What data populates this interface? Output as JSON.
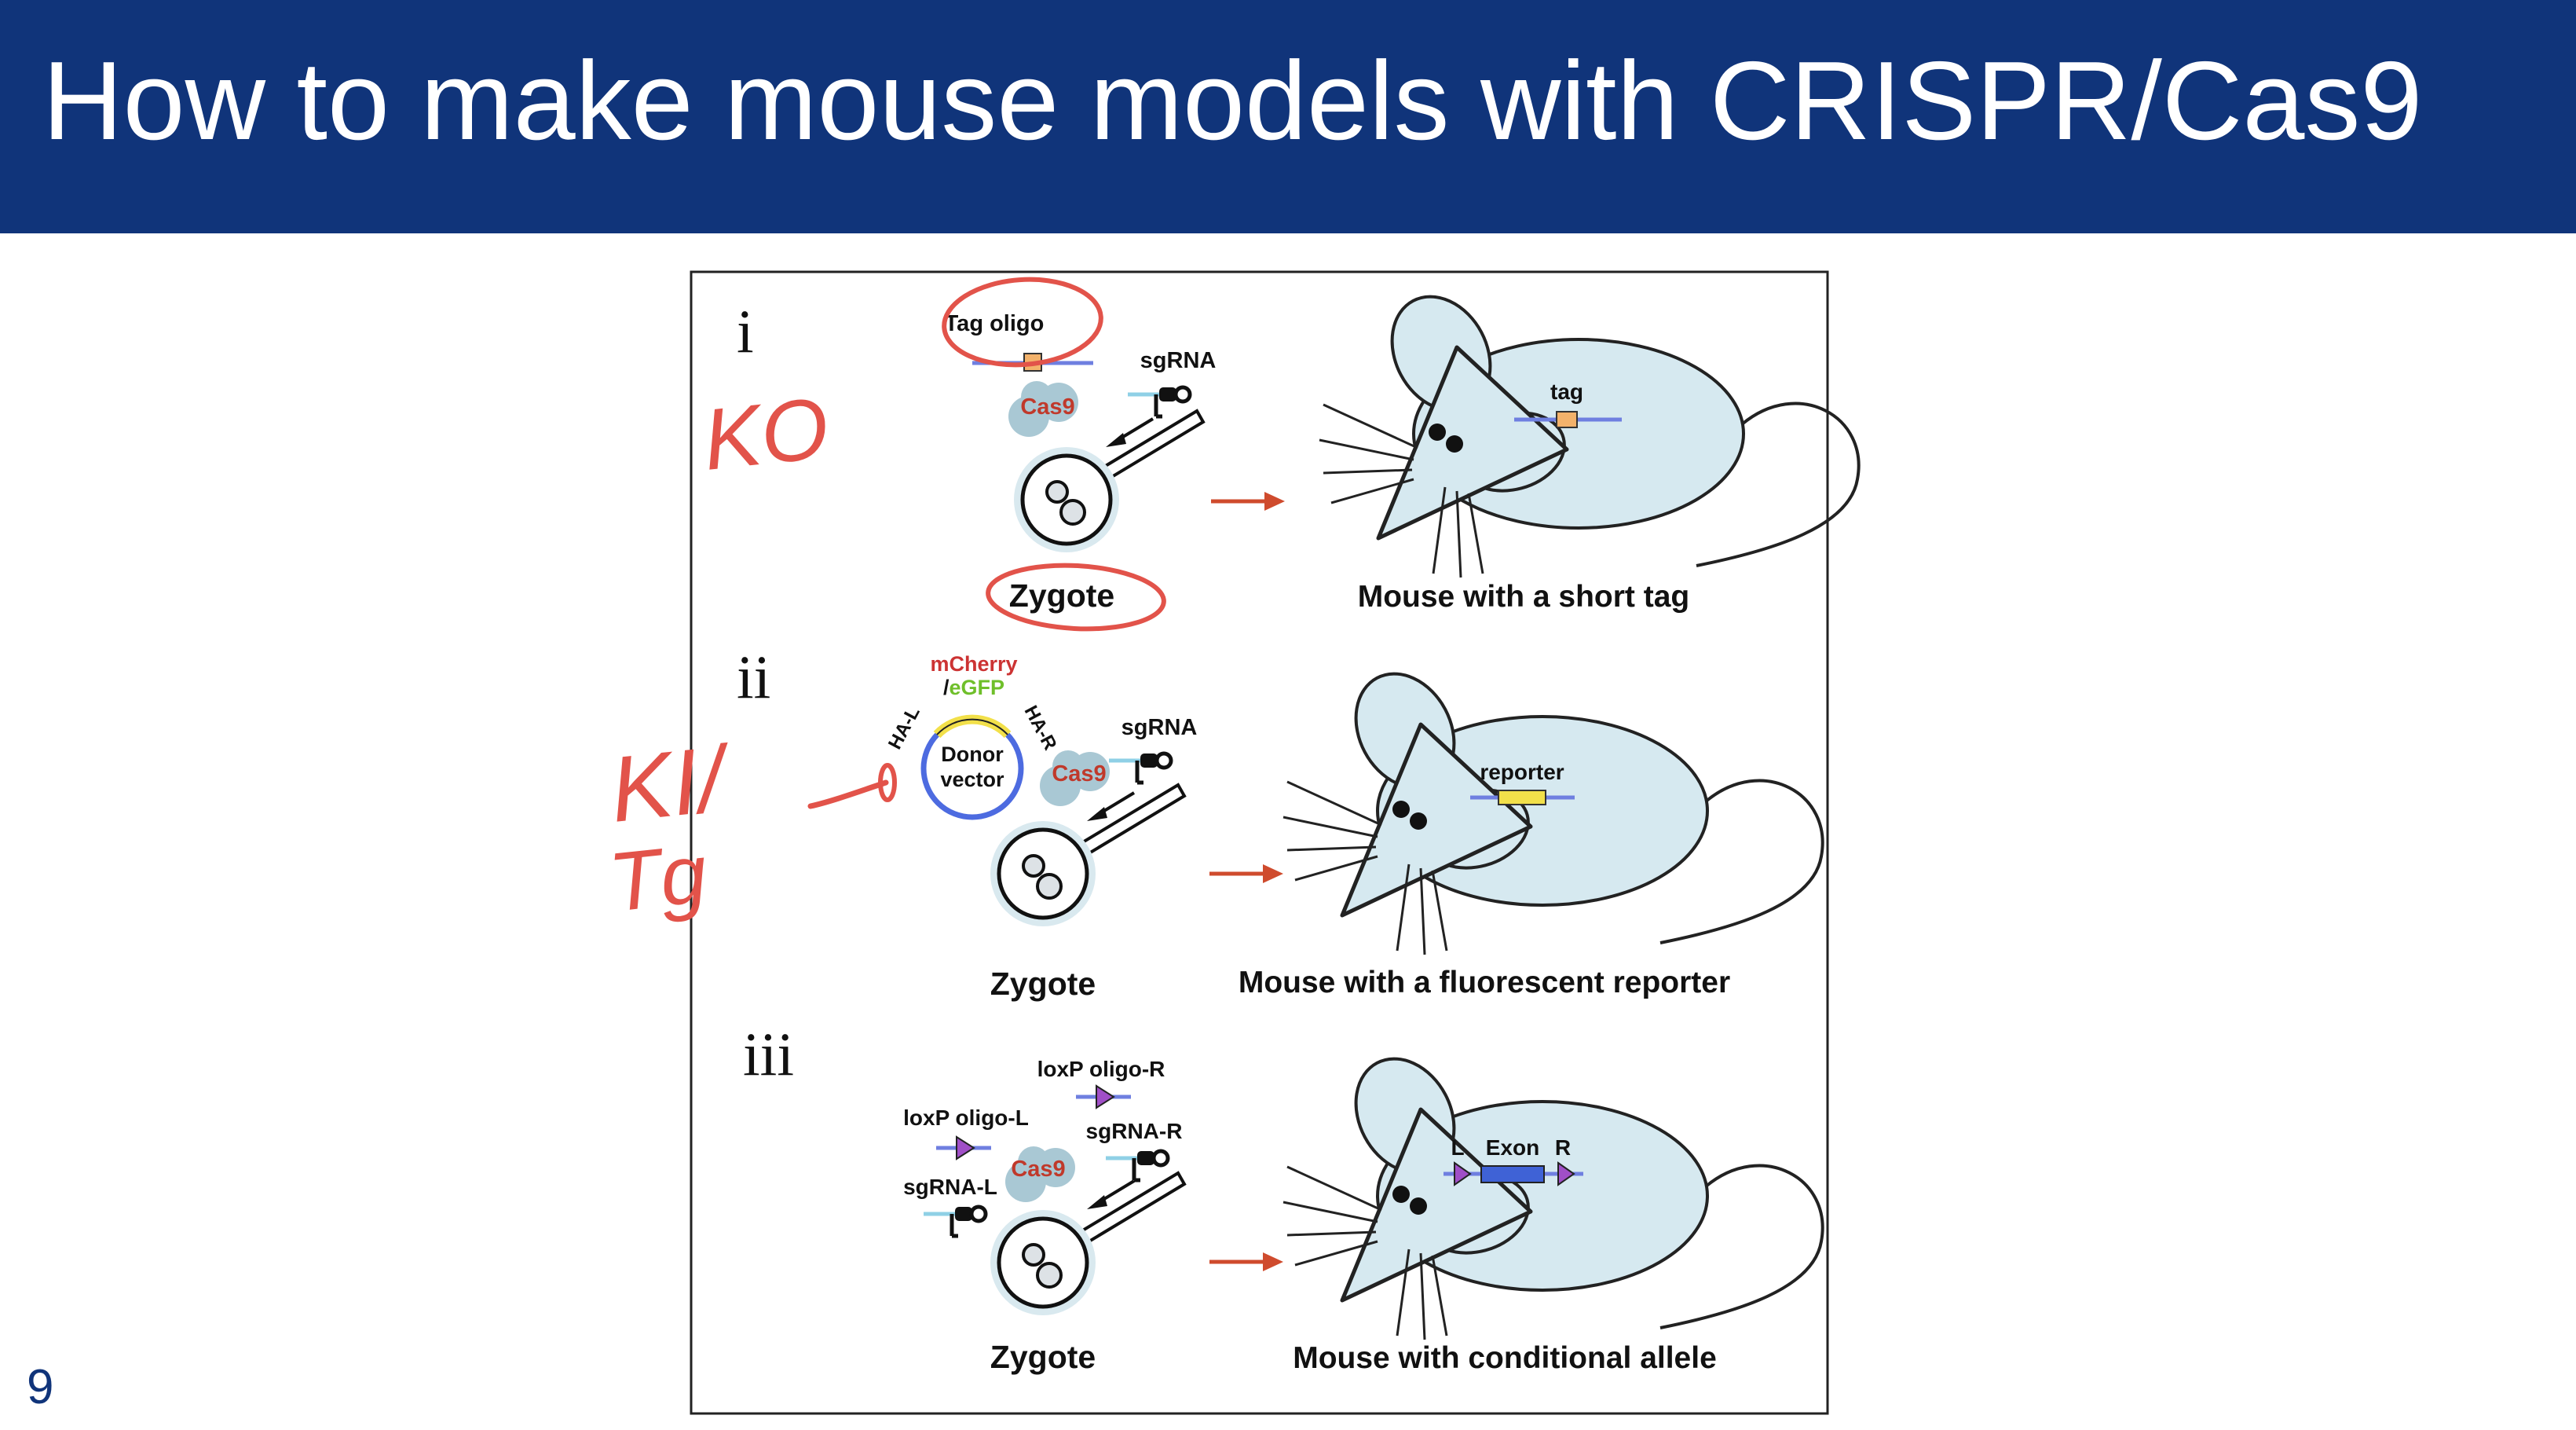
{
  "slide": {
    "title": "How to make mouse models with CRISPR/Cas9",
    "page_number": "9"
  },
  "figure": {
    "panels": [
      {
        "numeral": "i",
        "reagents": {
          "oligo": "Tag oligo",
          "sgrna": "sgRNA",
          "cas9": "Cas9"
        },
        "cell_label": "Zygote",
        "mouse_insert": "tag",
        "mouse_label": "Mouse with a short tag"
      },
      {
        "numeral": "ii",
        "reagents": {
          "reporter_a": "mCherry",
          "reporter_sep": "/",
          "reporter_b": "eGFP",
          "arm_left": "HA-L",
          "arm_right": "HA-R",
          "vector_line1": "Donor",
          "vector_line2": "vector",
          "sgrna": "sgRNA",
          "cas9": "Cas9"
        },
        "cell_label": "Zygote",
        "mouse_insert": "reporter",
        "mouse_label": "Mouse with a fluorescent reporter"
      },
      {
        "numeral": "iii",
        "reagents": {
          "oligo_r": "loxP oligo-R",
          "oligo_l": "loxP oligo-L",
          "sgrna_r": "sgRNA-R",
          "sgrna_l": "sgRNA-L",
          "cas9": "Cas9"
        },
        "cell_label": "Zygote",
        "mouse_insert_left": "L",
        "mouse_insert": "Exon",
        "mouse_insert_right": "R",
        "mouse_label": "Mouse with conditional allele"
      }
    ]
  },
  "annotations": {
    "ko": "KO",
    "ki_line1": "KI/",
    "ki_line2": "Tg"
  },
  "colors": {
    "header_bg": "#10347a",
    "title_text": "#ffffff",
    "ink": "#e2534a",
    "cas9_text": "#c0392b",
    "arrow": "#cf4b2d",
    "mcherry": "#cc3333",
    "egfp": "#6fbf2a",
    "tag_box": "#f3b26b",
    "reporter_box": "#f2e04a",
    "exon_box": "#3f62d6",
    "loxp": "#a04fc7",
    "dna_line": "#6f7fe0",
    "cell_fill": "#d9e9ef",
    "mouse_fill": "#d6e9f0"
  }
}
